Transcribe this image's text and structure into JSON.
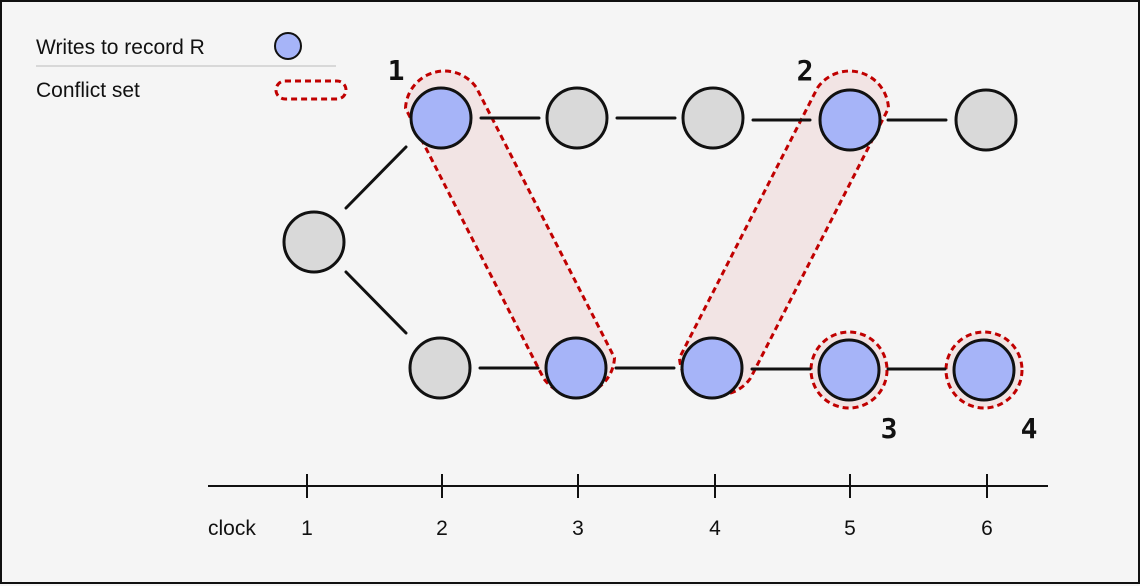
{
  "legend": {
    "writes_label": "Writes to record R",
    "conflict_label": "Conflict set"
  },
  "axis": {
    "label": "clock",
    "ticks": [
      "1",
      "2",
      "3",
      "4",
      "5",
      "6"
    ]
  },
  "conflict_labels": [
    "1",
    "2",
    "3",
    "4"
  ],
  "colors": {
    "write_node": "#a6b4f8",
    "plain_node": "#d9d9d9",
    "conflict_outline": "#c00000",
    "conflict_fill": "#f2e4e4",
    "edge": "#111111",
    "background": "#f5f5f5"
  },
  "graph": {
    "nodes": [
      {
        "id": "root",
        "clock": 1,
        "lane": "middle",
        "write": false
      },
      {
        "id": "a2",
        "clock": 2,
        "lane": "top",
        "write": true
      },
      {
        "id": "a3",
        "clock": 3,
        "lane": "top",
        "write": false
      },
      {
        "id": "a4",
        "clock": 4,
        "lane": "top",
        "write": false
      },
      {
        "id": "a5",
        "clock": 5,
        "lane": "top",
        "write": true
      },
      {
        "id": "a6",
        "clock": 6,
        "lane": "top",
        "write": false
      },
      {
        "id": "b2",
        "clock": 2,
        "lane": "bottom",
        "write": false
      },
      {
        "id": "b3",
        "clock": 3,
        "lane": "bottom",
        "write": true
      },
      {
        "id": "b4",
        "clock": 4,
        "lane": "bottom",
        "write": true
      },
      {
        "id": "b5",
        "clock": 5,
        "lane": "bottom",
        "write": true
      },
      {
        "id": "b6",
        "clock": 6,
        "lane": "bottom",
        "write": true
      }
    ],
    "edges": [
      [
        "root",
        "a2"
      ],
      [
        "a2",
        "a3"
      ],
      [
        "a3",
        "a4"
      ],
      [
        "a4",
        "a5"
      ],
      [
        "a5",
        "a6"
      ],
      [
        "root",
        "b2"
      ],
      [
        "b2",
        "b3"
      ],
      [
        "b3",
        "b4"
      ],
      [
        "b4",
        "b5"
      ],
      [
        "b5",
        "b6"
      ]
    ],
    "conflict_sets": [
      {
        "label": "1",
        "members": [
          "a2",
          "b3"
        ]
      },
      {
        "label": "2",
        "members": [
          "a5",
          "b4"
        ]
      },
      {
        "label": "3",
        "members": [
          "b5"
        ]
      },
      {
        "label": "4",
        "members": [
          "b6"
        ]
      }
    ]
  }
}
